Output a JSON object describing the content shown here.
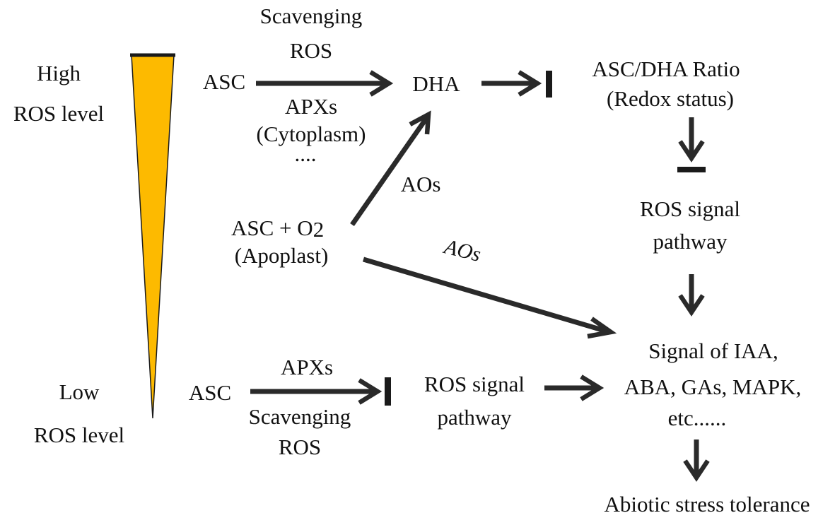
{
  "colors": {
    "gradient_fill": "#FDBA00",
    "gradient_edge": "#1a1a1a",
    "arrow": "#2a2a2a",
    "text": "#111111"
  },
  "levels": {
    "high_line1": "High",
    "high_line2": "ROS level",
    "low_line1": "Low",
    "low_line2": "ROS level"
  },
  "top_path": {
    "source": "ASC",
    "above_line1": "Scavenging",
    "above_line2": "ROS",
    "below_line1": "APXs",
    "below_line2": "(Cytoplasm)",
    "below_line3": "....",
    "target": "DHA"
  },
  "ratio": {
    "line1": "ASC/DHA Ratio",
    "line2": "(Redox status)"
  },
  "apoplast": {
    "line1_prefix": "ASC + O",
    "line1_sub": "2",
    "line2": "(Apoplast)",
    "arrow_label_up": "AOs",
    "arrow_label_diag": "AOs"
  },
  "ros_signal_right": {
    "line1": "ROS signal",
    "line2": "pathway"
  },
  "bottom_path": {
    "source": "ASC",
    "above_line1": "APXs",
    "below_line1": "Scavenging",
    "below_line2": "ROS",
    "target_line1": "ROS signal",
    "target_line2": "pathway"
  },
  "hormones": {
    "line1": "Signal of IAA,",
    "line2": "ABA, GAs, MAPK,",
    "line3": "etc......"
  },
  "outcome": "Abiotic stress tolerance"
}
